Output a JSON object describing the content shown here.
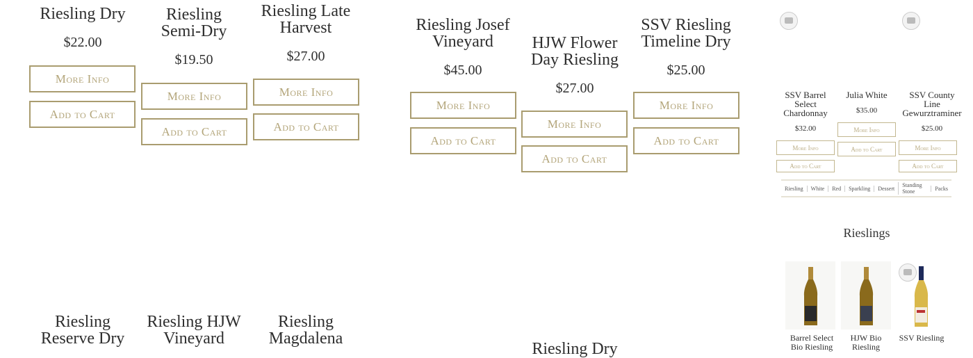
{
  "panel_left": {
    "products": [
      {
        "name_l1": "Riesling Dry",
        "name_l2": "",
        "price": "$22.00"
      },
      {
        "name_l1": "Riesling",
        "name_l2": "Semi-Dry",
        "price": "$19.50"
      },
      {
        "name_l1": "Riesling Late",
        "name_l2": "Harvest",
        "price": "$27.00"
      }
    ],
    "bottom_products": [
      {
        "name_l1": "Riesling",
        "name_l2": "Reserve Dry"
      },
      {
        "name_l1": "Riesling HJW",
        "name_l2": "Vineyard"
      },
      {
        "name_l1": "Riesling",
        "name_l2": "Magdalena"
      }
    ]
  },
  "panel_middle": {
    "products": [
      {
        "name_l1": "Riesling Josef",
        "name_l2": "Vineyard",
        "price": "$45.00"
      },
      {
        "name_l1": "HJW Flower",
        "name_l2": "Day Riesling",
        "price": "$27.00"
      },
      {
        "name_l1": "SSV Riesling",
        "name_l2": "Timeline Dry",
        "price": "$25.00"
      }
    ],
    "bottom_product": {
      "name_l1": "Riesling Dry"
    }
  },
  "panel_right": {
    "products": [
      {
        "name_l1": "SSV Barrel",
        "name_l2": "Select",
        "name_l3": "Chardonnay",
        "price": "$32.00"
      },
      {
        "name_l1": "Julia White",
        "price": "$35.00"
      },
      {
        "name_l1": "SSV County",
        "name_l2": "Line",
        "name_l3": "Gewurztraminer",
        "price": "$25.00"
      }
    ],
    "category_nav": [
      "Riesling",
      "White",
      "Red",
      "Sparkling",
      "Dessert",
      "Standing Stone",
      "Packs"
    ],
    "section_title": "Rieslings",
    "featured": [
      {
        "name_l1": "Barrel Select",
        "name_l2": "Bio Riesling"
      },
      {
        "name_l1": "HJW Bio",
        "name_l2": "Riesling"
      },
      {
        "name_l1": "SSV Riesling",
        "name_l2": ""
      }
    ]
  },
  "buttons": {
    "more_info": "More Info",
    "add_to_cart": "Add to Cart"
  },
  "colors": {
    "button_border": "#a99c6f",
    "button_text": "#b3a57a",
    "heading": "#2e2e2e"
  }
}
